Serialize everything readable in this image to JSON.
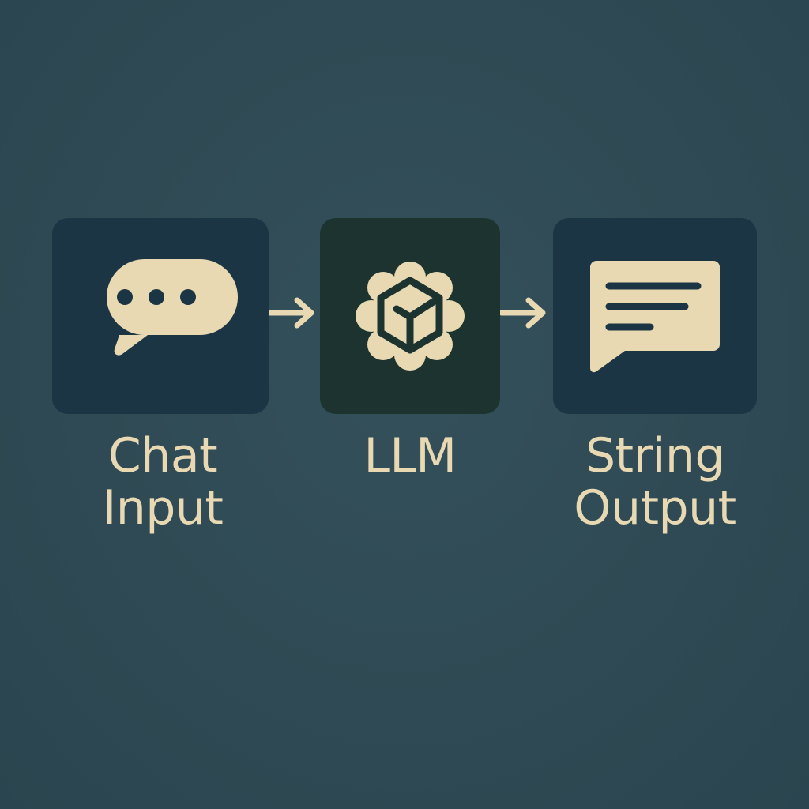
{
  "colors": {
    "background": "#2f4a54",
    "tile_blue": "#1b3544",
    "tile_green": "#1c3330",
    "accent_cream": "#e8d9b3"
  },
  "flow": {
    "nodes": [
      {
        "id": "chat-input",
        "icon": "chat-bubble-icon",
        "label_lines": [
          "Chat",
          "Input"
        ]
      },
      {
        "id": "llm",
        "icon": "llm-brain-icon",
        "label_lines": [
          "LLM"
        ]
      },
      {
        "id": "string-output",
        "icon": "message-lines-icon",
        "label_lines": [
          "String",
          "Output"
        ]
      }
    ],
    "connectors": [
      {
        "from": "chat-input",
        "to": "llm",
        "icon": "arrow-right-icon"
      },
      {
        "from": "llm",
        "to": "string-output",
        "icon": "arrow-right-icon"
      }
    ]
  }
}
